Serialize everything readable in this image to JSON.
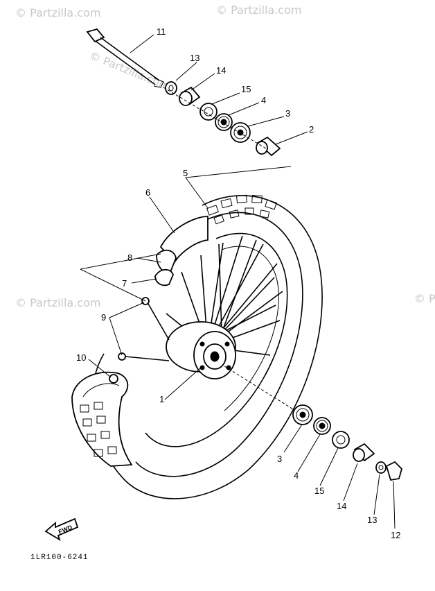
{
  "watermarks": [
    "© Partzilla.com",
    "© Partzilla.com",
    "© Partzilla.com",
    "© Partzilla.com",
    "© Partzilla.com"
  ],
  "callouts": {
    "c11": "11",
    "c13_top": "13",
    "c14_top": "14",
    "c15_top": "15",
    "c4_top": "4",
    "c3_top": "3",
    "c2": "2",
    "c5": "5",
    "c6": "6",
    "c8": "8",
    "c7": "7",
    "c9": "9",
    "c10": "10",
    "c1": "1",
    "c3_bot": "3",
    "c4_bot": "4",
    "c15_bot": "15",
    "c14_bot": "14",
    "c13_bot": "13",
    "c12": "12"
  },
  "fwd_label": "FWD",
  "diagram_code": "1LR100-6241"
}
